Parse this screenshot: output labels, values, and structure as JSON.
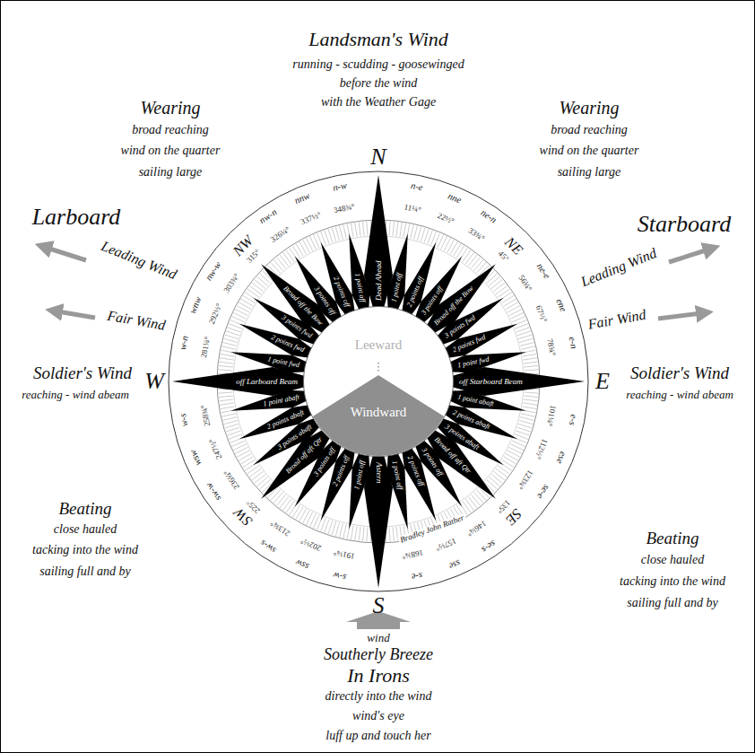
{
  "diagram": {
    "nodes": [
      {
        "text": [
          "Dead Ahead"
        ]
      },
      {
        "text": [
          "1 point off"
        ]
      },
      {
        "text": [
          "2 points off"
        ]
      },
      {
        "text": [
          "3 points off"
        ]
      },
      {
        "text": [
          "Broad off the Bow"
        ]
      },
      {
        "text": [
          "3 points fwd"
        ]
      },
      {
        "text": [
          "2 points fwd"
        ]
      },
      {
        "text": [
          "1 point fwd"
        ]
      },
      {
        "text": [
          "off Starboard Beam"
        ]
      },
      {
        "text": [
          "1 point abaft"
        ]
      },
      {
        "text": [
          "2 points abaft"
        ]
      },
      {
        "text": [
          "3 points abaft"
        ]
      },
      {
        "text": [
          "Broad off aft Qtr"
        ]
      },
      {
        "text": [
          "3 points off"
        ]
      },
      {
        "text": [
          "2 points off"
        ]
      },
      {
        "text": [
          "1 point off"
        ]
      },
      {
        "text": [
          "Astern"
        ]
      },
      {
        "text": [
          "1 point off"
        ]
      },
      {
        "text": [
          "2 points off"
        ]
      },
      {
        "text": [
          "3 points off"
        ]
      },
      {
        "text": [
          "Broad off aft Qtr"
        ]
      },
      {
        "text": [
          "3 points abaft"
        ]
      },
      {
        "text": [
          "2 points abaft"
        ]
      },
      {
        "text": [
          "1 point abaft"
        ]
      },
      {
        "text": [
          "off Larboard Beam"
        ]
      },
      {
        "text": [
          "1 point fwd"
        ]
      },
      {
        "text": [
          "2 points fwd"
        ]
      },
      {
        "text": [
          "3 points fwd"
        ]
      },
      {
        "text": [
          "Broad off the Bow"
        ]
      },
      {
        "text": [
          "3 points off"
        ]
      },
      {
        "text": [
          "2 points off"
        ]
      },
      {
        "text": [
          "1 point off"
        ]
      },
      {
        "text": [
          "Leeward"
        ]
      },
      {
        "text": [
          "Windward"
        ],
        "in": 32
      }
    ],
    "labels": [
      "Landsman's Wind",
      "running - scudding - goosewinged",
      "before the wind",
      "with the Weather Gage",
      "Wearing",
      "broad reaching",
      "wind on the quarter",
      "sailing large",
      "Wearing",
      "broad reaching",
      "wind on the quarter",
      "sailing large",
      "Larboard",
      "Leading Wind",
      "Fair Wind",
      "Starboard",
      "Leading Wind",
      "Fair Wind",
      "Soldier's Wind",
      "reaching - wind abeam",
      "Soldier's Wind",
      "reaching - wind abeam",
      "Beating",
      "close hauled",
      "tacking into the wind",
      "sailing full and by",
      "Beating",
      "close hauled",
      "tacking into the wind",
      "sailing full and by",
      "wind",
      "Southerly Breeze",
      "In Irons",
      "directly into the wind",
      "wind's eye",
      "luff up and touch her",
      "N",
      "NE",
      "E",
      "SE",
      "S",
      "SW",
      "W",
      "NW",
      "n-e",
      "nne",
      "ne-n",
      "ne-e",
      "ene",
      "e-n",
      "e-s",
      "ese",
      "se-e",
      "se-s",
      "sse",
      "s-e",
      "s-w",
      "ssw",
      "sw-s",
      "sw-w",
      "wsw",
      "w-s",
      "w-n",
      "wnw",
      "nw-w",
      "nw-n",
      "nnw",
      "n-w",
      "11¼°",
      "22½°",
      "33¾°",
      "45°",
      "56¼°",
      "67½°",
      "78¾°",
      "101¼°",
      "112½°",
      "123¾°",
      "135°",
      "146¼°",
      "157½°",
      "168¾°",
      "191¼°",
      "202½°",
      "213¾°",
      "225°",
      "236¼°",
      "247½°",
      "258¾°",
      "281¼°",
      "292½°",
      "303¾°",
      "315°",
      "326¼°",
      "337½°",
      "348¾°",
      "Bradley John Rather"
    ]
  }
}
